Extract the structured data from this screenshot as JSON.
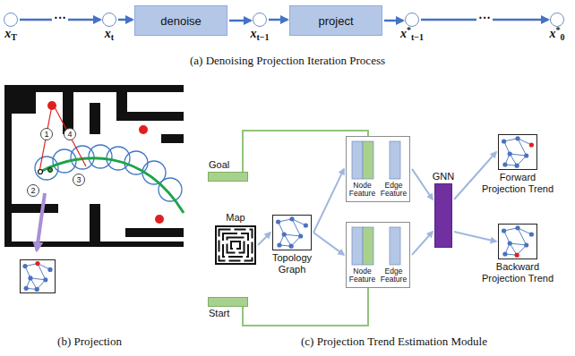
{
  "diagram": {
    "nodes": [
      {
        "text": [
          "xT"
        ]
      },
      {
        "text": [
          "xt"
        ]
      },
      {
        "text": [
          "denoise"
        ]
      },
      {
        "text": [
          "xt−1"
        ]
      },
      {
        "text": [
          "project"
        ]
      },
      {
        "text": [
          "x*t−1"
        ]
      },
      {
        "text": [
          "x*0"
        ]
      },
      {
        "text": [
          "Goal"
        ]
      },
      {
        "text": [
          "Map"
        ]
      },
      {
        "text": [
          "Start"
        ]
      },
      {
        "text": [
          "Topology Graph"
        ]
      },
      {
        "text": [
          "Node Feature",
          "Edge Feature"
        ]
      },
      {
        "text": [
          "Node Feature",
          "Edge Feature"
        ]
      },
      {
        "text": [
          "GNN"
        ]
      },
      {
        "text": [
          "Forward Projection Trend"
        ]
      },
      {
        "text": [
          "Backward Projection Trend"
        ]
      }
    ],
    "edges": [
      {
        "from": 0,
        "to": 1,
        "arrow": "to",
        "label": "···"
      },
      {
        "from": 1,
        "to": 2,
        "arrow": "to"
      },
      {
        "from": 2,
        "to": 3,
        "arrow": "to"
      },
      {
        "from": 3,
        "to": 4,
        "arrow": "to"
      },
      {
        "from": 4,
        "to": 5,
        "arrow": "to"
      },
      {
        "from": 5,
        "to": 6,
        "arrow": "to",
        "label": "···"
      },
      {
        "from": 7,
        "to": 11,
        "arrow": "none"
      },
      {
        "from": 8,
        "to": 10,
        "arrow": "to"
      },
      {
        "from": 9,
        "to": 12,
        "arrow": "none"
      },
      {
        "from": 10,
        "to": 11,
        "arrow": "to"
      },
      {
        "from": 10,
        "to": 12,
        "arrow": "to"
      },
      {
        "from": 11,
        "to": 13,
        "arrow": "to"
      },
      {
        "from": 12,
        "to": 13,
        "arrow": "to"
      },
      {
        "from": 13,
        "to": 14,
        "arrow": "to"
      },
      {
        "from": 13,
        "to": 15,
        "arrow": "to"
      }
    ],
    "labels": [
      "(a) Denoising Projection Iteration Process",
      "1",
      "4",
      "2",
      "3",
      "(b) Projection",
      "(c) Projection Trend Estimation Module"
    ]
  }
}
